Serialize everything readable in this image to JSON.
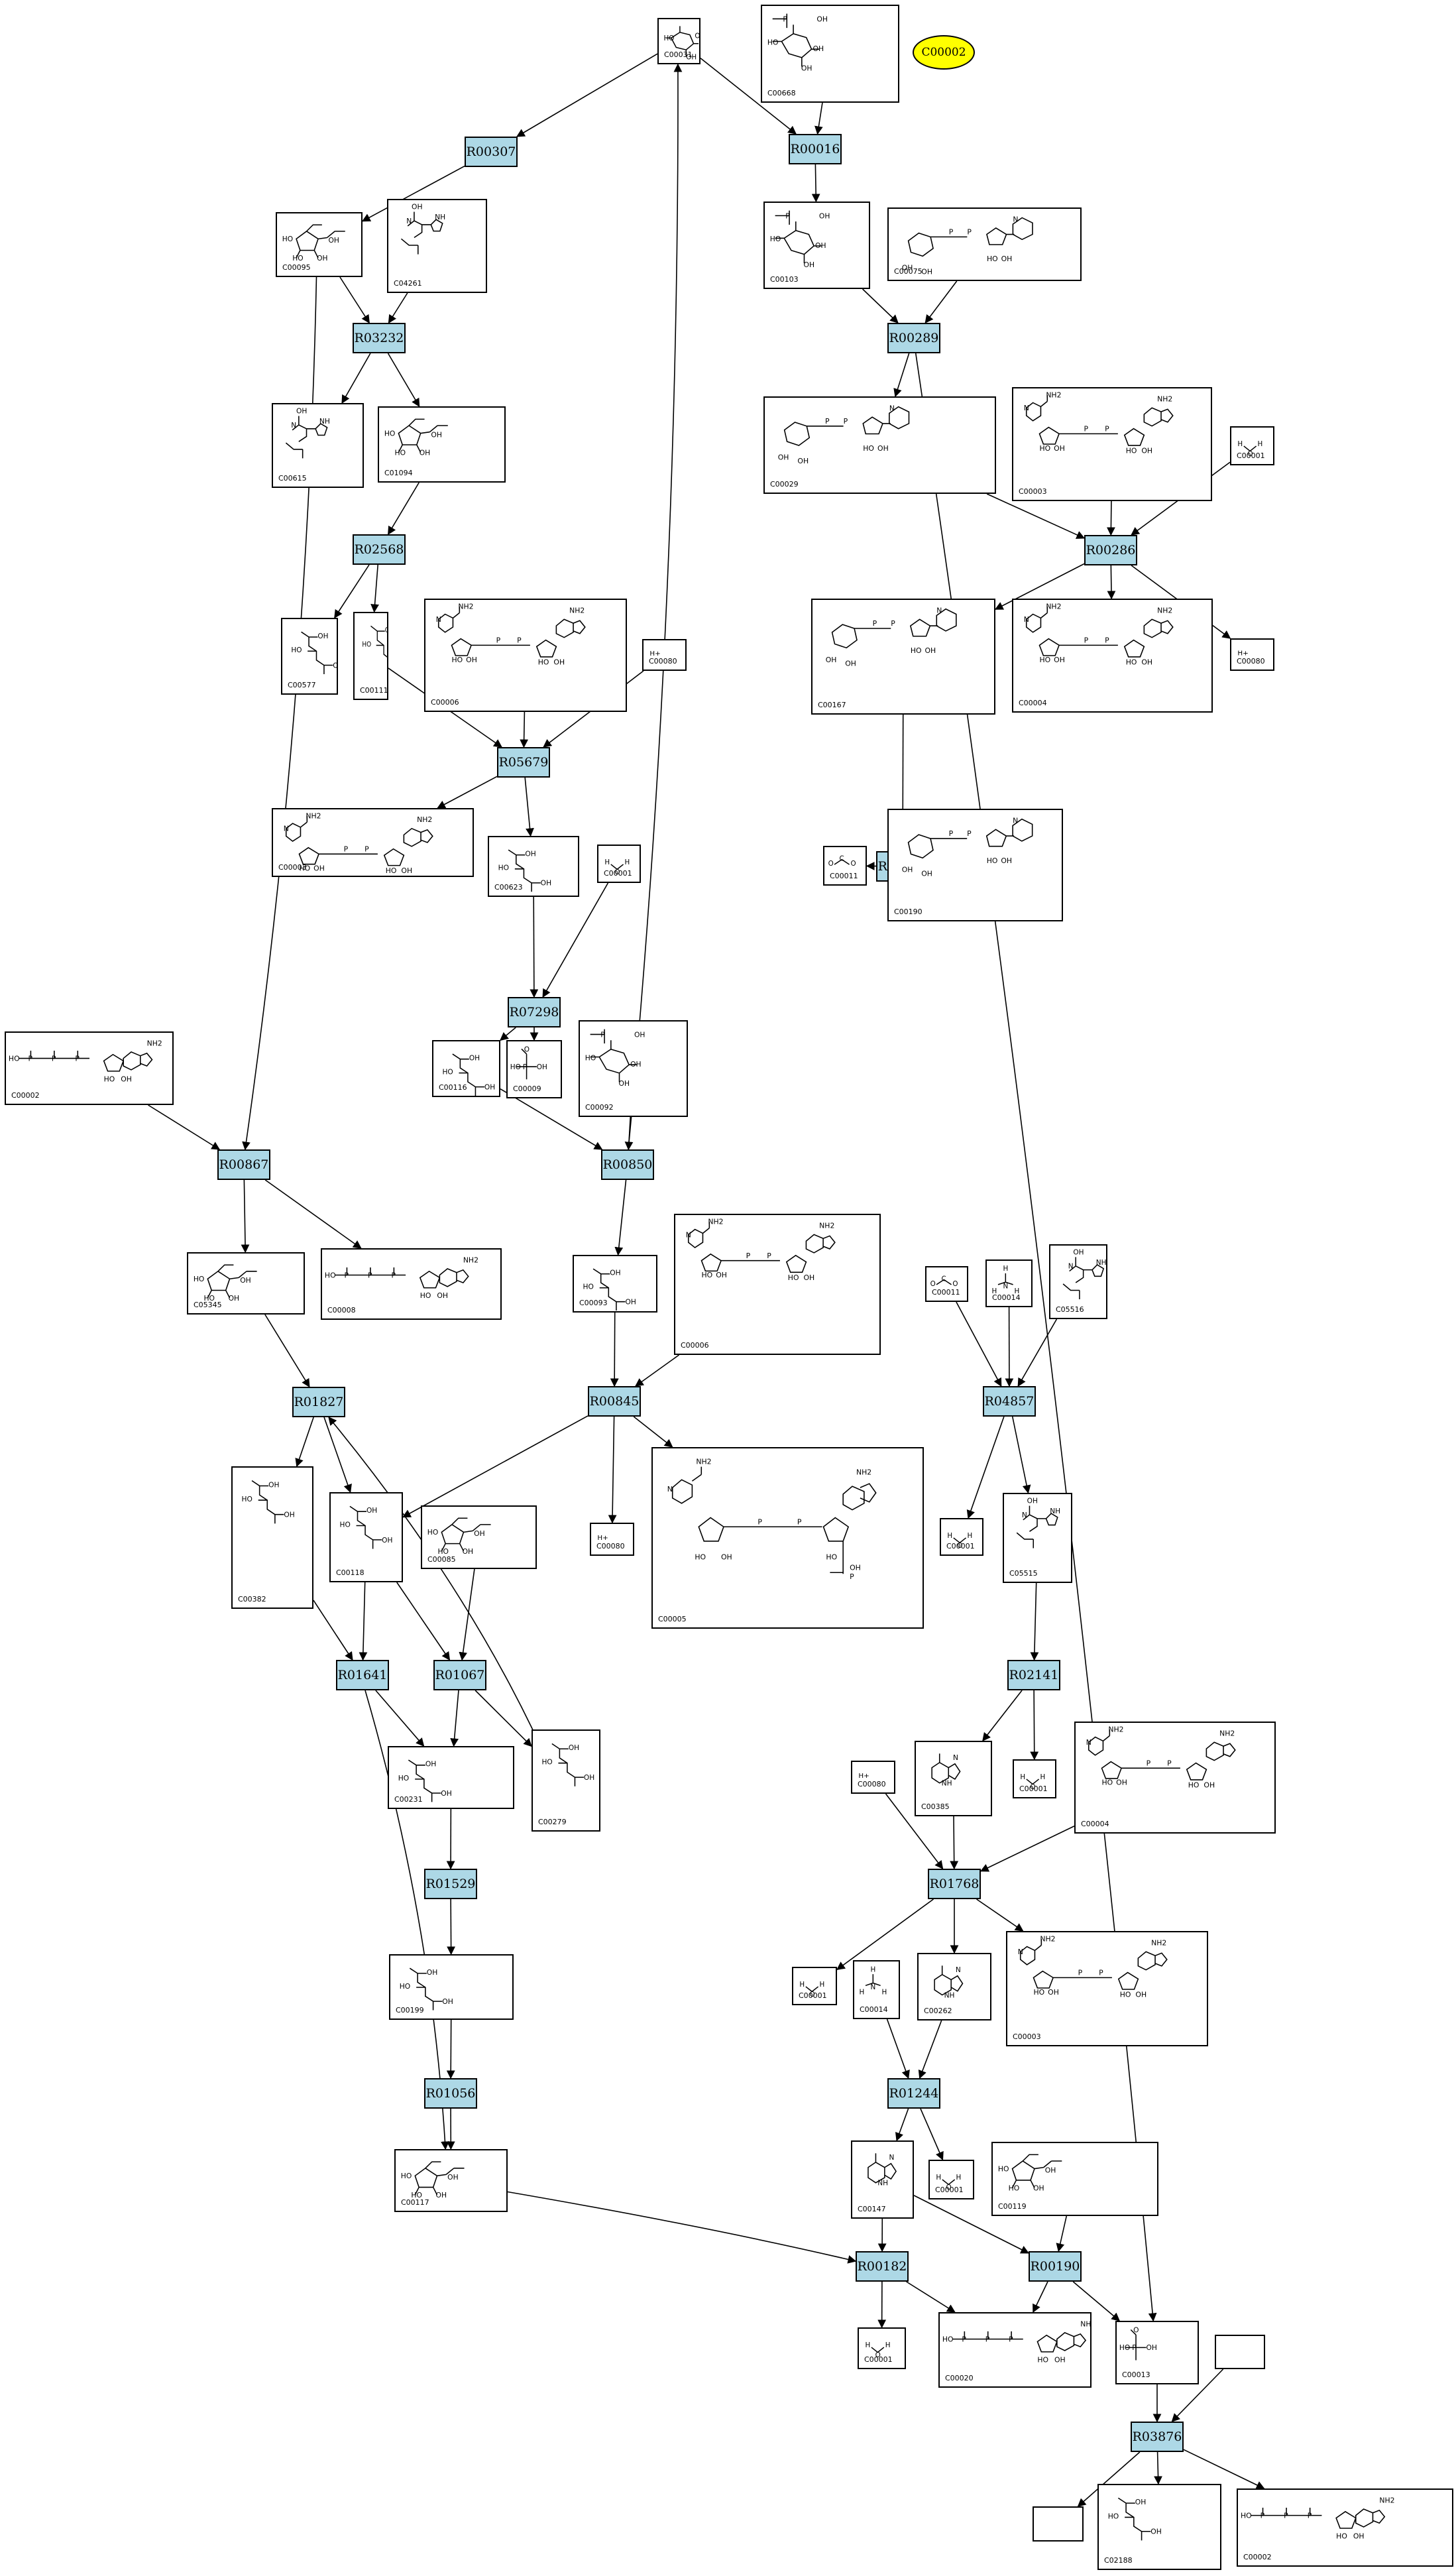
{
  "highlight_node": "C00002",
  "reactions": [
    {
      "id": "R00307"
    },
    {
      "id": "R00016"
    },
    {
      "id": "R03232"
    },
    {
      "id": "R00289"
    },
    {
      "id": "R02568"
    },
    {
      "id": "R00286"
    },
    {
      "id": "R05679"
    },
    {
      "id": "R01384"
    },
    {
      "id": "R07298"
    },
    {
      "id": "R00867"
    },
    {
      "id": "R00850"
    },
    {
      "id": "R01827"
    },
    {
      "id": "R00845"
    },
    {
      "id": "R04857"
    },
    {
      "id": "R01641"
    },
    {
      "id": "R01067"
    },
    {
      "id": "R02141"
    },
    {
      "id": "R01529"
    },
    {
      "id": "R01768"
    },
    {
      "id": "R01056"
    },
    {
      "id": "R01244"
    },
    {
      "id": "R00182"
    },
    {
      "id": "R00190"
    },
    {
      "id": "R03876"
    }
  ],
  "compounds": [
    {
      "key": "c00031a",
      "label": "C00031"
    },
    {
      "key": "c00668",
      "label": "C00668"
    },
    {
      "key": "c00095",
      "label": "C00095"
    },
    {
      "key": "c04261",
      "label": "C04261"
    },
    {
      "key": "c00103",
      "label": "C00103"
    },
    {
      "key": "c00075",
      "label": "C00075"
    },
    {
      "key": "c00615",
      "label": "C00615"
    },
    {
      "key": "c01094",
      "label": "C01094"
    },
    {
      "key": "c00029",
      "label": "C00029"
    },
    {
      "key": "c00003a",
      "label": "C00003"
    },
    {
      "key": "c00001a",
      "label": "C00001"
    },
    {
      "key": "c00577",
      "label": "C00577"
    },
    {
      "key": "c00111",
      "label": "C00111"
    },
    {
      "key": "c00006a",
      "label": "C00006"
    },
    {
      "key": "c00080a",
      "label": "C00080"
    },
    {
      "key": "c00167",
      "label": "C00167"
    },
    {
      "key": "c00004a",
      "label": "C00004"
    },
    {
      "key": "c00080b",
      "label": "C00080"
    },
    {
      "key": "c00003b",
      "label": "C00003"
    },
    {
      "key": "c00623",
      "label": "C00623"
    },
    {
      "key": "c00001b",
      "label": "C00001"
    },
    {
      "key": "c00011a",
      "label": "C00011"
    },
    {
      "key": "c00190",
      "label": "C00190"
    },
    {
      "key": "c00002a",
      "label": "C00002"
    },
    {
      "key": "c00116",
      "label": "C00116"
    },
    {
      "key": "c00009",
      "label": "C00009"
    },
    {
      "key": "c00092",
      "label": "C00092"
    },
    {
      "key": "c05345",
      "label": "C05345"
    },
    {
      "key": "c00008",
      "label": "C00008"
    },
    {
      "key": "c00093",
      "label": "C00093"
    },
    {
      "key": "c00006b",
      "label": "C00006"
    },
    {
      "key": "c00011b",
      "label": "C00011"
    },
    {
      "key": "c00014a",
      "label": "C00014"
    },
    {
      "key": "c05516",
      "label": "C05516"
    },
    {
      "key": "c00118",
      "label": "C00118"
    },
    {
      "key": "c00085",
      "label": "C00085"
    },
    {
      "key": "c00382",
      "label": "C00382"
    },
    {
      "key": "c00080c",
      "label": "C00080"
    },
    {
      "key": "c00005",
      "label": "C00005"
    },
    {
      "key": "c00001c",
      "label": "C00001"
    },
    {
      "key": "c05515",
      "label": "C05515"
    },
    {
      "key": "c00231",
      "label": "C00231"
    },
    {
      "key": "c00279",
      "label": "C00279"
    },
    {
      "key": "c00080d",
      "label": "C00080"
    },
    {
      "key": "c00385",
      "label": "C00385"
    },
    {
      "key": "c00001d",
      "label": "C00001"
    },
    {
      "key": "c00004b",
      "label": "C00004"
    },
    {
      "key": "c00199",
      "label": "C00199"
    },
    {
      "key": "c00001e",
      "label": "C00001"
    },
    {
      "key": "c00014b",
      "label": "C00014"
    },
    {
      "key": "c00262",
      "label": "C00262"
    },
    {
      "key": "c00003c",
      "label": "C00003"
    },
    {
      "key": "c00117",
      "label": "C00117"
    },
    {
      "key": "c00147",
      "label": "C00147"
    },
    {
      "key": "c00001f",
      "label": "C00001"
    },
    {
      "key": "c00119",
      "label": "C00119"
    },
    {
      "key": "c00001g",
      "label": "C00001"
    },
    {
      "key": "c00020",
      "label": "C00020"
    },
    {
      "key": "c00013",
      "label": "C00013"
    },
    {
      "key": "cblank1",
      "label": ""
    },
    {
      "key": "cblank2",
      "label": ""
    },
    {
      "key": "c02188",
      "label": "C02188"
    },
    {
      "key": "c00002b",
      "label": "C00002"
    }
  ]
}
